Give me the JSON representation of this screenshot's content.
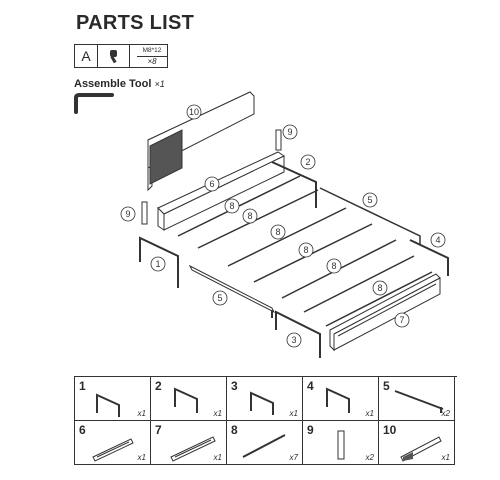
{
  "title": "PARTS LIST",
  "hardware": {
    "letter": "A",
    "spec": "M8*12",
    "qty": "×8",
    "icon": "bolt-icon"
  },
  "assemble_tool": {
    "label": "Assemble Tool",
    "qty": "×1",
    "icon": "allen-key-icon"
  },
  "callouts": [
    "10",
    "9",
    "2",
    "6",
    "5",
    "8",
    "8",
    "8",
    "9",
    "1",
    "4",
    "8",
    "8",
    "8",
    "5",
    "7",
    "3"
  ],
  "parts": [
    {
      "num": "1",
      "qty": "x1"
    },
    {
      "num": "2",
      "qty": "x1"
    },
    {
      "num": "3",
      "qty": "x1"
    },
    {
      "num": "4",
      "qty": "x1"
    },
    {
      "num": "5",
      "qty": "x2"
    },
    {
      "num": "6",
      "qty": "x1"
    },
    {
      "num": "7",
      "qty": "x1"
    },
    {
      "num": "8",
      "qty": "x7"
    },
    {
      "num": "9",
      "qty": "x2"
    },
    {
      "num": "10",
      "qty": "x1"
    }
  ]
}
